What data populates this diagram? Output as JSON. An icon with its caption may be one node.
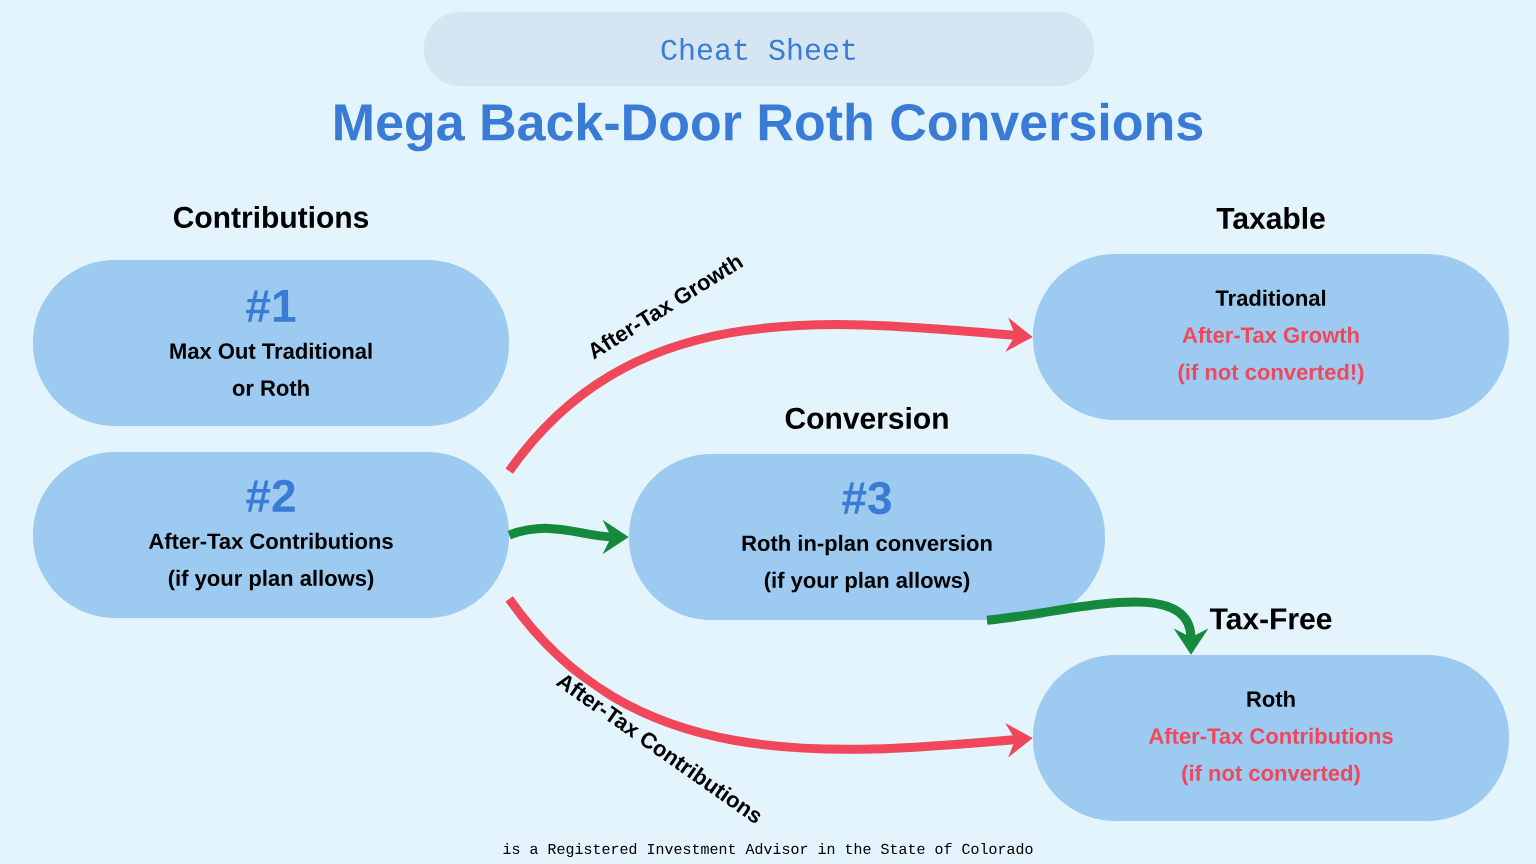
{
  "diagram": {
    "title": "Mega Back-Door Roth Conversions",
    "nodes": [
      {
        "text": [
          "Cheat Sheet"
        ]
      },
      {
        "text": [
          "#1",
          "Max Out Traditional or Roth"
        ]
      },
      {
        "text": [
          "Taxable",
          "Traditional",
          "After-Tax Growth (if not converted!)"
        ]
      },
      {
        "text": [
          "#2",
          "After-Tax Contributions (if your plan allows)"
        ]
      },
      {
        "text": [
          "Conversion",
          "#3",
          "Roth in-plan conversion (if your plan allows)"
        ]
      },
      {
        "text": [
          "Tax-Free",
          "Roth",
          "After-Tax Contributions (if not converted)"
        ]
      }
    ],
    "edges": [
      {
        "from": 3,
        "to": 2,
        "arrow": "to",
        "label": "After-Tax Growth",
        "color": "#f0475a"
      },
      {
        "from": 3,
        "to": 4,
        "arrow": "to",
        "color": "#168a3c"
      },
      {
        "from": 4,
        "to": 5,
        "arrow": "to",
        "color": "#168a3c"
      },
      {
        "from": 3,
        "to": 5,
        "arrow": "to",
        "label": "After-Tax Contributions",
        "color": "#f0475a"
      }
    ],
    "labels": [
      "Contributions",
      "is a Registered Investment Advisor in the State of Colorado"
    ]
  }
}
